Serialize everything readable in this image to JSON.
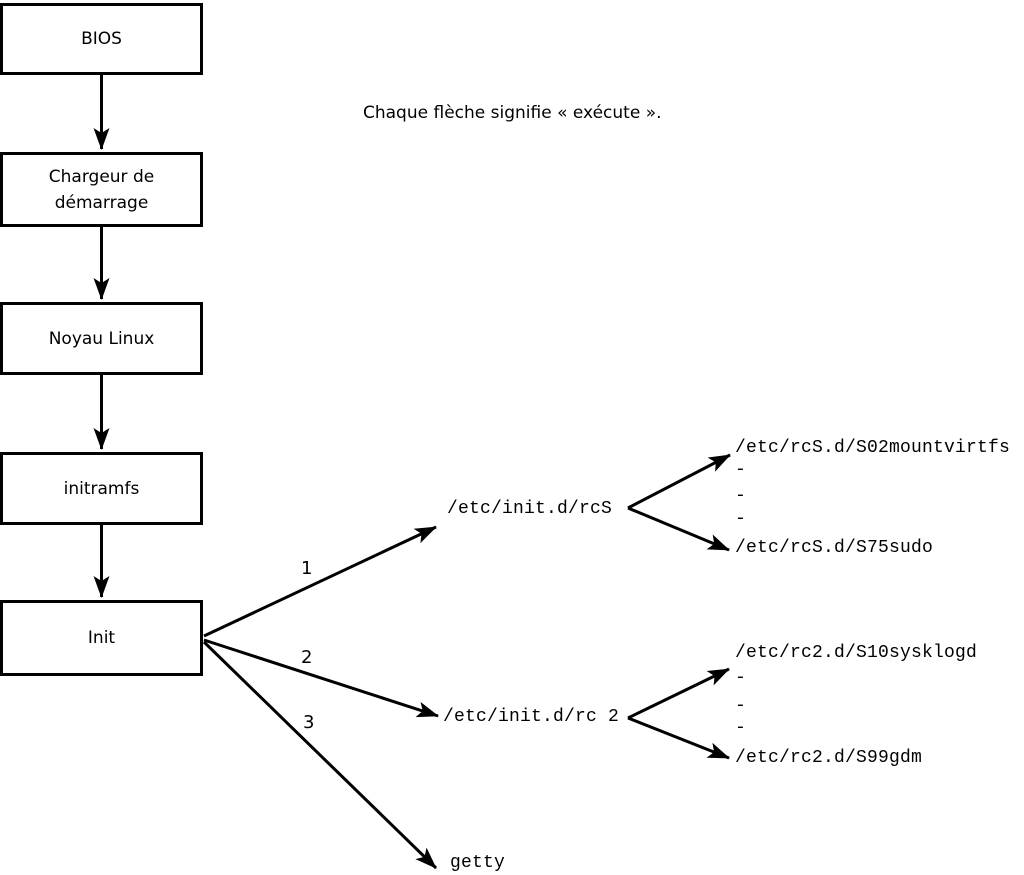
{
  "caption": "Chaque flèche signifie « exécute ».",
  "boxes": [
    {
      "label": "BIOS"
    },
    {
      "label": "Chargeur de démarrage"
    },
    {
      "label": "Noyau Linux"
    },
    {
      "label": "initramfs"
    },
    {
      "label": "Init"
    }
  ],
  "branches": [
    {
      "number": "1",
      "target": "/etc/init.d/rcS",
      "children": [
        "/etc/rcS.d/S02mountvirtfs",
        "-",
        "-",
        "-",
        "/etc/rcS.d/S75sudo"
      ]
    },
    {
      "number": "2",
      "target": "/etc/init.d/rc 2",
      "children": [
        "/etc/rc2.d/S10sysklogd",
        "-",
        "-",
        "-",
        "/etc/rc2.d/S99gdm"
      ]
    },
    {
      "number": "3",
      "target": "getty",
      "children": []
    }
  ],
  "colors": {
    "line": "#000000",
    "background": "#ffffff"
  }
}
